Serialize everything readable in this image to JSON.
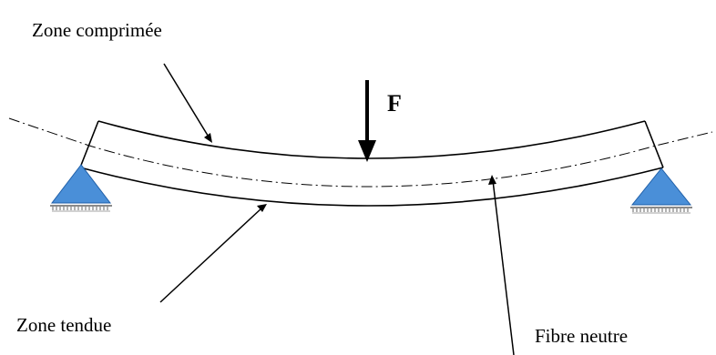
{
  "labels": {
    "compressed_zone": "Zone comprimée",
    "force": "F",
    "tension_zone": "Zone tendue",
    "neutral_fiber": "Fibre neutre"
  },
  "colors": {
    "support_fill": "#4a8fd8",
    "support_stroke": "#1f5fa8",
    "line": "#000000"
  },
  "icons": {
    "left_support": "triangle-pin-support",
    "right_support": "triangle-pin-support",
    "force": "down-arrow"
  }
}
